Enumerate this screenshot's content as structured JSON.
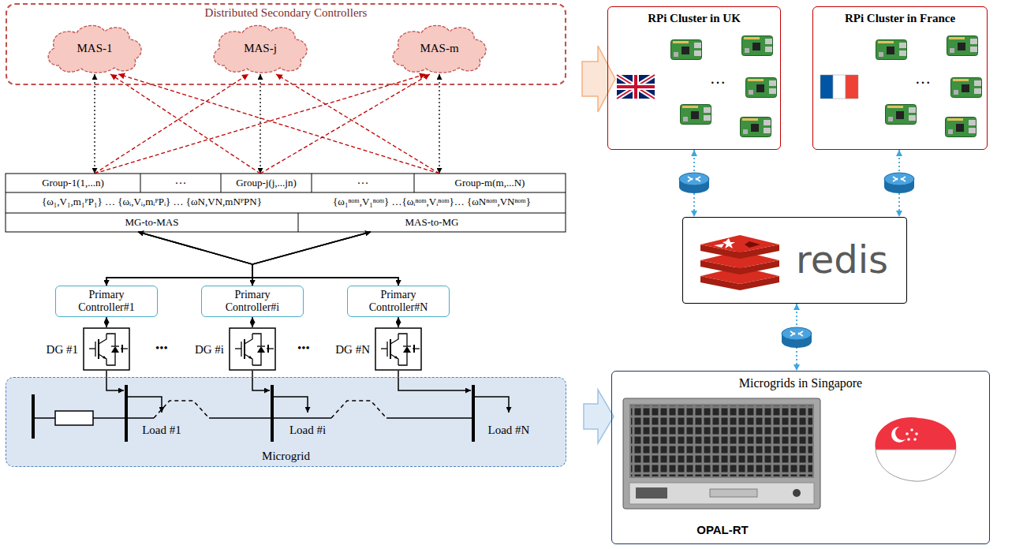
{
  "diagram": {
    "nodes": [
      {
        "text": [
          "Distributed Secondary Controllers"
        ]
      },
      {
        "text": [
          "MAS-1"
        ],
        "in": 0
      },
      {
        "text": [
          "MAS-j"
        ],
        "in": 0
      },
      {
        "text": [
          "MAS-m"
        ],
        "in": 0
      },
      {
        "text": [
          "Group-1(1,...n)"
        ]
      },
      {
        "text": [
          "Group-j(j,...jn)"
        ]
      },
      {
        "text": [
          "Group-m(m,...N)"
        ]
      },
      {
        "text": [
          "MG-to-MAS"
        ]
      },
      {
        "text": [
          "MAS-to-MG"
        ]
      },
      {
        "text": [
          "Primary Controller#1"
        ]
      },
      {
        "text": [
          "Primary Controller#i"
        ]
      },
      {
        "text": [
          "Primary Controller#N"
        ]
      },
      {
        "text": [
          "DG #1"
        ]
      },
      {
        "text": [
          "DG #i"
        ]
      },
      {
        "text": [
          "DG #N"
        ]
      },
      {
        "text": [
          "Microgrid"
        ]
      },
      {
        "text": [
          "RPi Cluster in UK"
        ]
      },
      {
        "text": [
          "RPi Cluster in France"
        ]
      },
      {
        "text": [
          "redis"
        ]
      },
      {
        "text": [
          "Microgrids in Singapore",
          "OPAL-RT"
        ]
      }
    ],
    "edges": [
      {
        "from": 1,
        "to": 4,
        "arrow": "both"
      },
      {
        "from": 2,
        "to": 5,
        "arrow": "both"
      },
      {
        "from": 3,
        "to": 6,
        "arrow": "both"
      },
      {
        "from": 4,
        "to": 2,
        "arrow": "to"
      },
      {
        "from": 4,
        "to": 3,
        "arrow": "to"
      },
      {
        "from": 5,
        "to": 1,
        "arrow": "to"
      },
      {
        "from": 5,
        "to": 3,
        "arrow": "to"
      },
      {
        "from": 6,
        "to": 1,
        "arrow": "to"
      },
      {
        "from": 6,
        "to": 2,
        "arrow": "to"
      },
      {
        "from": 9,
        "to": 7,
        "arrow": "both"
      },
      {
        "from": 10,
        "to": 7,
        "arrow": "both"
      },
      {
        "from": 11,
        "to": 7,
        "arrow": "both"
      },
      {
        "from": 8,
        "to": 9,
        "arrow": "both"
      },
      {
        "from": 8,
        "to": 10,
        "arrow": "both"
      },
      {
        "from": 8,
        "to": 11,
        "arrow": "both"
      },
      {
        "from": 9,
        "to": 12,
        "arrow": "both"
      },
      {
        "from": 10,
        "to": 13,
        "arrow": "both"
      },
      {
        "from": 11,
        "to": 14,
        "arrow": "both"
      },
      {
        "from": 16,
        "to": 18,
        "arrow": "both"
      },
      {
        "from": 17,
        "to": 18,
        "arrow": "both"
      },
      {
        "from": 18,
        "to": 19,
        "arrow": "both"
      }
    ],
    "labels": [
      "···",
      "···",
      "{ω₁,V₁,m₁ᴾP₁} … {ωᵢ,Vᵢ,mᵢᴾPᵢ} … {ωN,VN,mNᴾPN}",
      "{ω₁ⁿᵒᵐ,V₁ⁿᵒᵐ} …{ωᵢⁿᵒᵐ,Vᵢⁿᵒᵐ}… {ωNⁿᵒᵐ,VNⁿᵒᵐ}",
      "•••",
      "•••",
      "Load #1",
      "Load #i",
      "Load #N",
      "…",
      "…"
    ]
  }
}
